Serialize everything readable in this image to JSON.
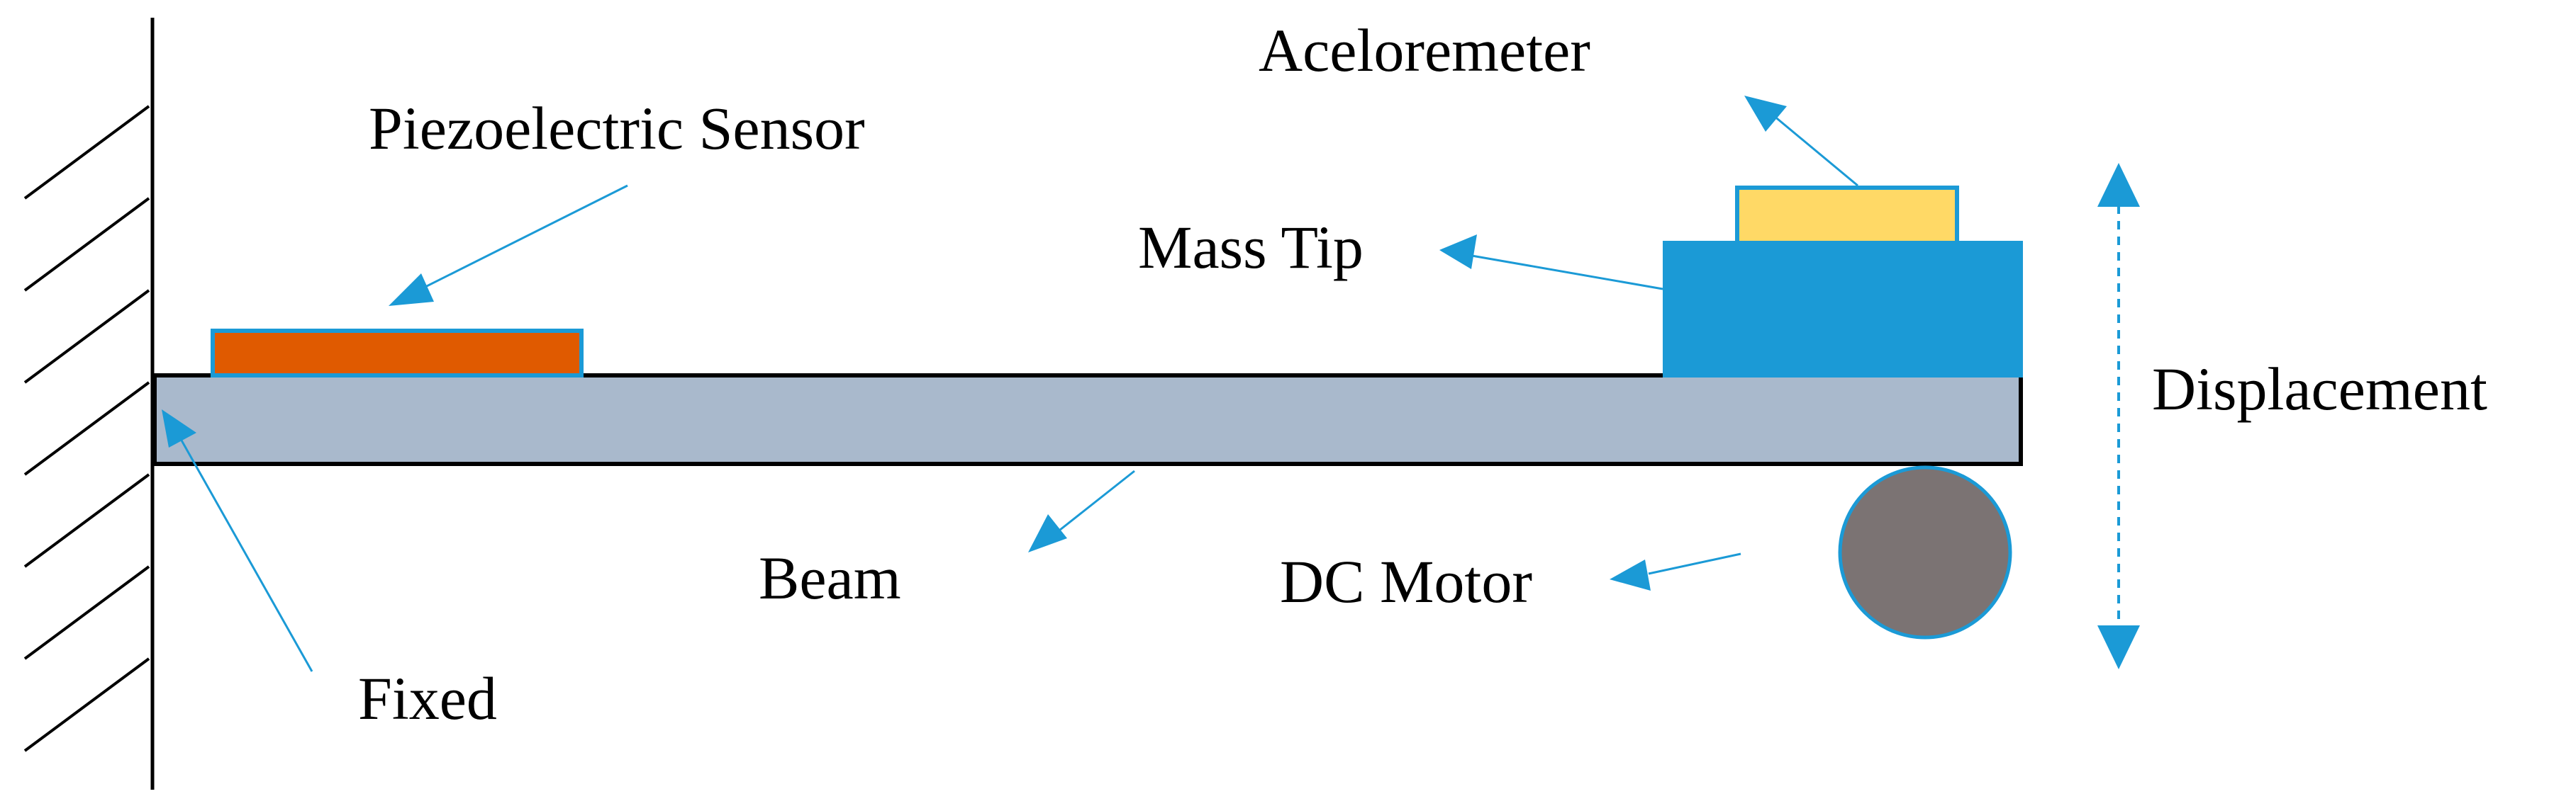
{
  "labels": {
    "accelerometer": "Aceloremeter",
    "piezo": "Piezoelectric Sensor",
    "mass_tip": "Mass Tip",
    "displacement": "Displacement",
    "beam": "Beam",
    "dc_motor": "DC Motor",
    "fixed": "Fixed"
  },
  "colors": {
    "beam_fill": "#A9B9CC",
    "piezo_fill": "#E05A00",
    "mass_fill": "#1B9AD6",
    "accelerometer_fill": "#FFD966",
    "motor_fill": "#7B7373",
    "arrow": "#1B9AD6",
    "outline": "#000000"
  }
}
